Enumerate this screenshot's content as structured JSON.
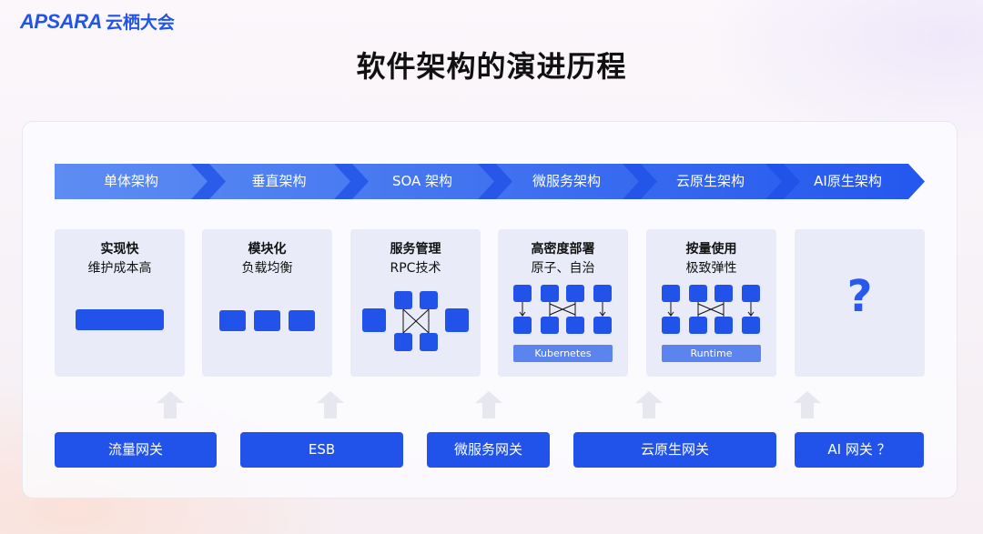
{
  "logo": {
    "wordmark": "APSARA",
    "name_cn": "云栖大会"
  },
  "title": "软件架构的演进历程",
  "stages": [
    {
      "label": "单体架构"
    },
    {
      "label": "垂直架构"
    },
    {
      "label": "SOA 架构"
    },
    {
      "label": "微服务架构"
    },
    {
      "label": "云原生架构"
    },
    {
      "label": "AI原生架构"
    }
  ],
  "cards": [
    {
      "title": "实现快",
      "subtitle": "维护成本高",
      "figure": "single-block"
    },
    {
      "title": "模块化",
      "subtitle": "负载均衡",
      "figure": "three-blocks"
    },
    {
      "title": "服务管理",
      "subtitle": "RPC技术",
      "figure": "service-mesh"
    },
    {
      "title": "高密度部署",
      "subtitle": "原子、自治",
      "figure": "container-grid",
      "badge": "Kubernetes"
    },
    {
      "title": "按量使用",
      "subtitle": "极致弹性",
      "figure": "container-grid",
      "badge": "Runtime"
    },
    {
      "title": "",
      "subtitle": "",
      "figure": "question",
      "symbol": "?"
    }
  ],
  "gateways": [
    {
      "label": "流量网关"
    },
    {
      "label": "ESB"
    },
    {
      "label": "微服务网关"
    },
    {
      "label": "云原生网关"
    },
    {
      "label": "AI 网关 ？"
    }
  ],
  "colors": {
    "primary_blue": "#2153ea",
    "chevron_gradient_start": "#5d8df2",
    "chevron_gradient_end": "#2457ee",
    "card_background": "#e9ecf8",
    "badge_blue": "#5b84ef"
  }
}
